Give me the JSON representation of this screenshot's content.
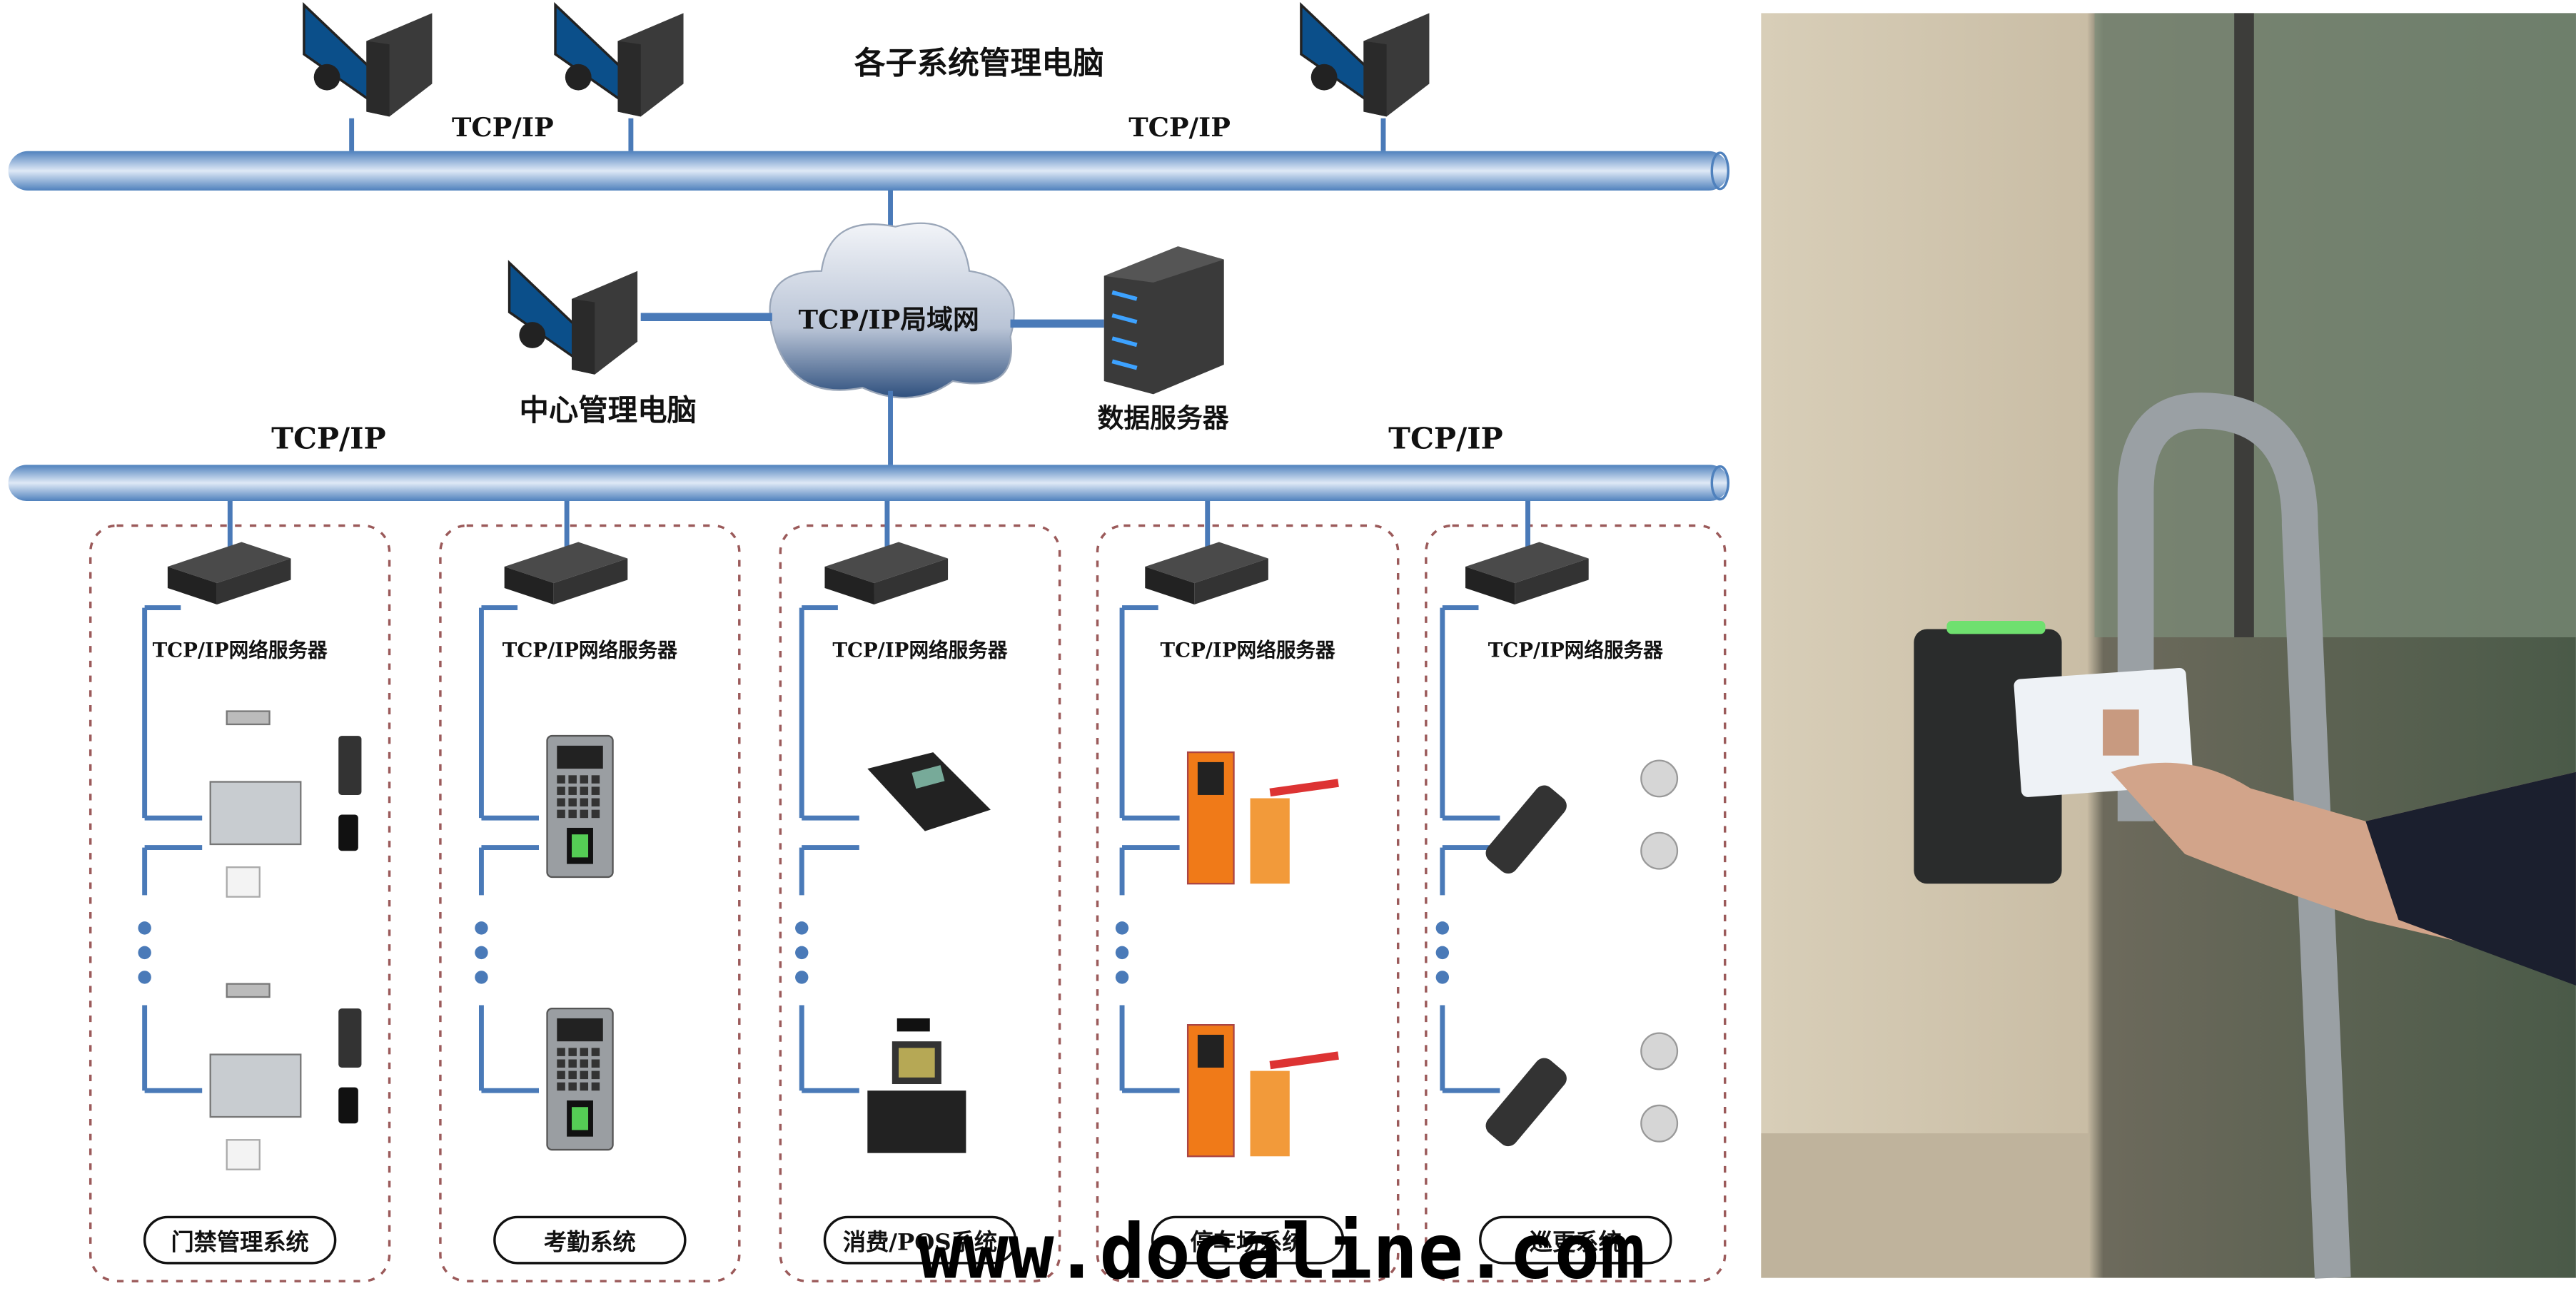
{
  "top": {
    "title": "各子系统管理电脑",
    "protocol_left": "TCP/IP",
    "protocol_right": "TCP/IP"
  },
  "core": {
    "cloud_label": "TCP/IP局域网",
    "center_pc_label": "中心管理电脑",
    "server_label": "数据服务器",
    "protocol_left": "TCP/IP",
    "protocol_right": "TCP/IP"
  },
  "subsystems": [
    {
      "server_label": "TCP/IP网络服务器",
      "name": "门禁管理系统",
      "device": "door-controller"
    },
    {
      "server_label": "TCP/IP网络服务器",
      "name": "考勤系统",
      "device": "fingerprint-terminal"
    },
    {
      "server_label": "TCP/IP网络服务器",
      "name": "消费/POS系统",
      "device": "pos-terminal"
    },
    {
      "server_label": "TCP/IP网络服务器",
      "name": "停车场系统",
      "device": "parking-barrier"
    },
    {
      "server_label": "TCP/IP网络服务器",
      "name": "巡更系统",
      "device": "patrol-reader"
    }
  ],
  "watermark": "www.docaline.com",
  "colors": {
    "pipe": "#4f81bd",
    "line": "#4a7ab8",
    "dash_border": "#9b5a5a",
    "monitor": "#0b4f8a",
    "tower": "#3a3a3a"
  }
}
